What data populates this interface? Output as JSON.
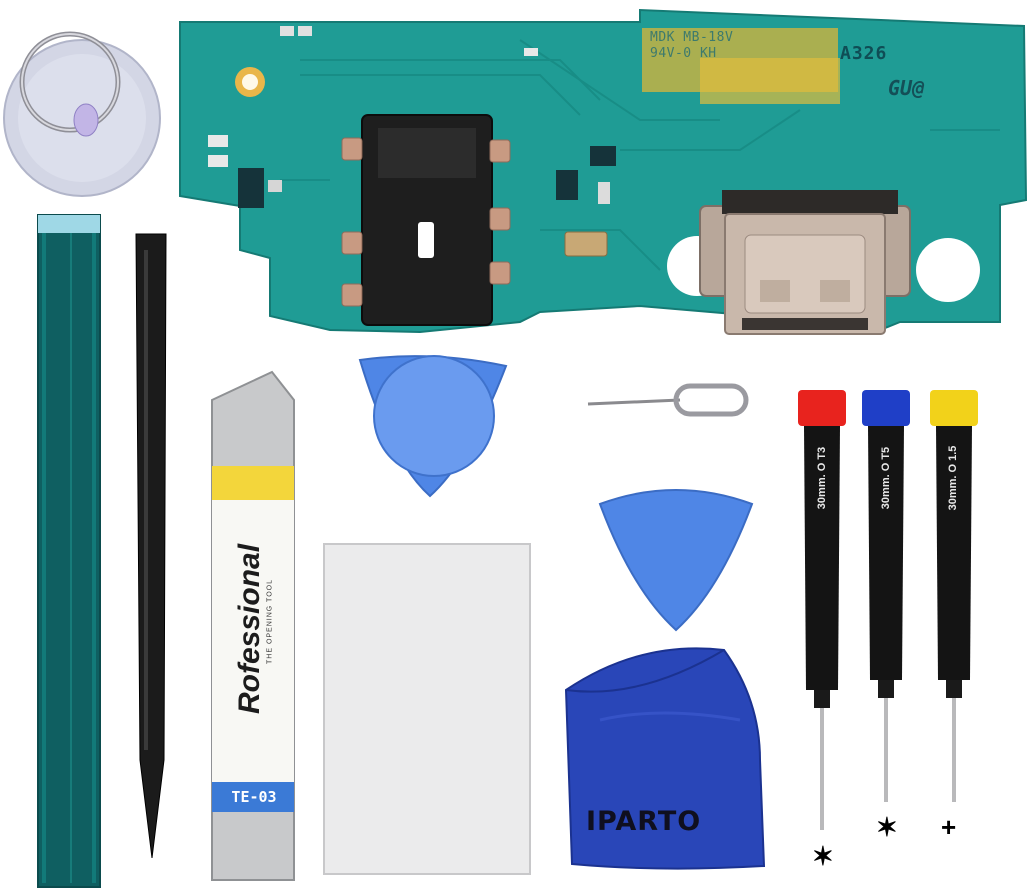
{
  "board": {
    "marking_line1": "MDK MB-18V",
    "marking_line2": "94V-0 KH",
    "model_code": "A326",
    "logo_text": "GU@"
  },
  "spudger": {
    "brand": "Rofessional",
    "subtitle": "THE OPENING TOOL",
    "code": "TE-03"
  },
  "cloth": {
    "brand": "IPARTO"
  },
  "screwdrivers": [
    {
      "label": "30mm. O T3",
      "cap_color": "#e8231e",
      "tip_glyph": "✶"
    },
    {
      "label": "30mm. O T5",
      "cap_color": "#1f3fc7",
      "tip_glyph": "✶"
    },
    {
      "label": "30mm. O 1.5",
      "cap_color": "#f2d21a",
      "tip_glyph": "+"
    }
  ],
  "colors": {
    "pcb": "#1e9a93",
    "pick_blue": "#4f86e6",
    "cloth_blue": "#2946b8"
  }
}
